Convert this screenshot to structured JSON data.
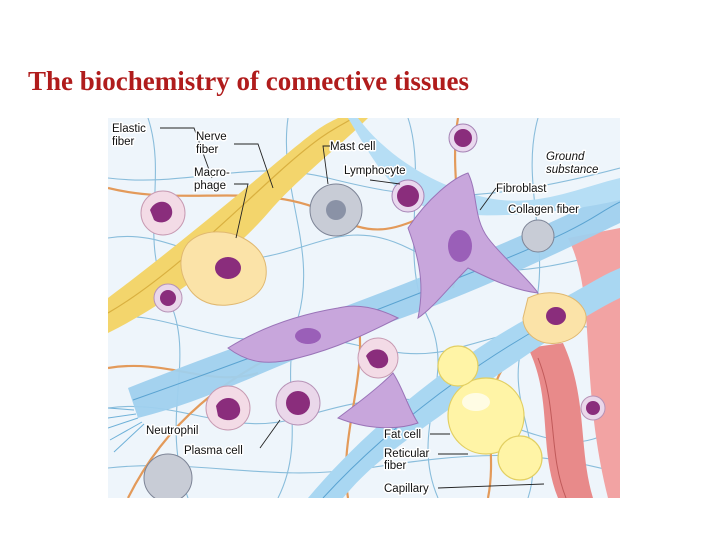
{
  "slide": {
    "title": "The biochemistry of connective tissues"
  },
  "diagram": {
    "labels": {
      "elastic_fiber": [
        "Elastic",
        "fiber"
      ],
      "nerve_fiber": [
        "Nerve",
        "fiber"
      ],
      "macrophage": [
        "Macro-",
        "phage"
      ],
      "mast_cell": "Mast cell",
      "lymphocyte": "Lymphocyte",
      "ground_substance": [
        "Ground",
        "substance"
      ],
      "fibroblast": "Fibroblast",
      "collagen_fiber": "Collagen fiber",
      "neutrophil": "Neutrophil",
      "plasma_cell": "Plasma cell",
      "fat_cell": "Fat cell",
      "reticular_fiber": [
        "Reticular",
        "fiber"
      ],
      "capillary": "Capillary"
    },
    "colors": {
      "collagen": "#9fd0ee",
      "collagen_edge": "#5aa3d1",
      "elastic": "#f5c95a",
      "nerve": "#f3d56c",
      "fibroblast": "#c8a6dc",
      "reticular": "#d9845a",
      "macrophage": "#fbe3a8",
      "nucleus": "#8a2d7c",
      "fat": "#fff4a6",
      "capillary": "#e88a8a",
      "background": "#eef5fb"
    }
  }
}
